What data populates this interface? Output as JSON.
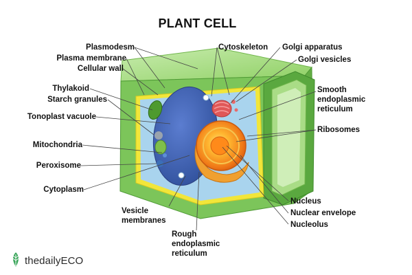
{
  "title": "PLANT CELL",
  "labels": {
    "plasmodesm": "Plasmodesm",
    "plasma_membrane": "Plasma membrane",
    "cellular_wall": "Cellular wall",
    "thylakoid": "Thylakoid",
    "starch_granules": "Starch granules",
    "tonoplast_vacuole": "Tonoplast vacuole",
    "mitochondria": "Mitochondria",
    "peroxisome": "Peroxisome",
    "cytoplasm": "Cytoplasm",
    "vesicle_membranes": [
      "Vesicle",
      "membranes"
    ],
    "rough_er": [
      "Rough",
      "endoplasmic",
      "reticulum"
    ],
    "cytoskeleton": "Cytoskeleton",
    "golgi_apparatus": "Golgi apparatus",
    "golgi_vesicles": "Golgi vesicles",
    "smooth_er": [
      "Smooth",
      "endoplasmic",
      "reticulum"
    ],
    "ribosomes": "Ribosomes",
    "nucleus": "Nucleus",
    "nuclear_envelope": "Nuclear envelope",
    "nucleolus": "Nucleolus"
  },
  "brand": {
    "name": "thedailyECO",
    "icon": "leaf-icon"
  },
  "colors": {
    "cell_wall": "#7fc64f",
    "cell_wall_dark": "#4fa33a",
    "cytoplasm": "#a9d4ee",
    "vacuole": "#3d5fb0",
    "membrane": "#f2e63a",
    "nucleus": "#f59a1a",
    "golgi": "#e05858",
    "brand_leaf": "#3aa55a"
  }
}
